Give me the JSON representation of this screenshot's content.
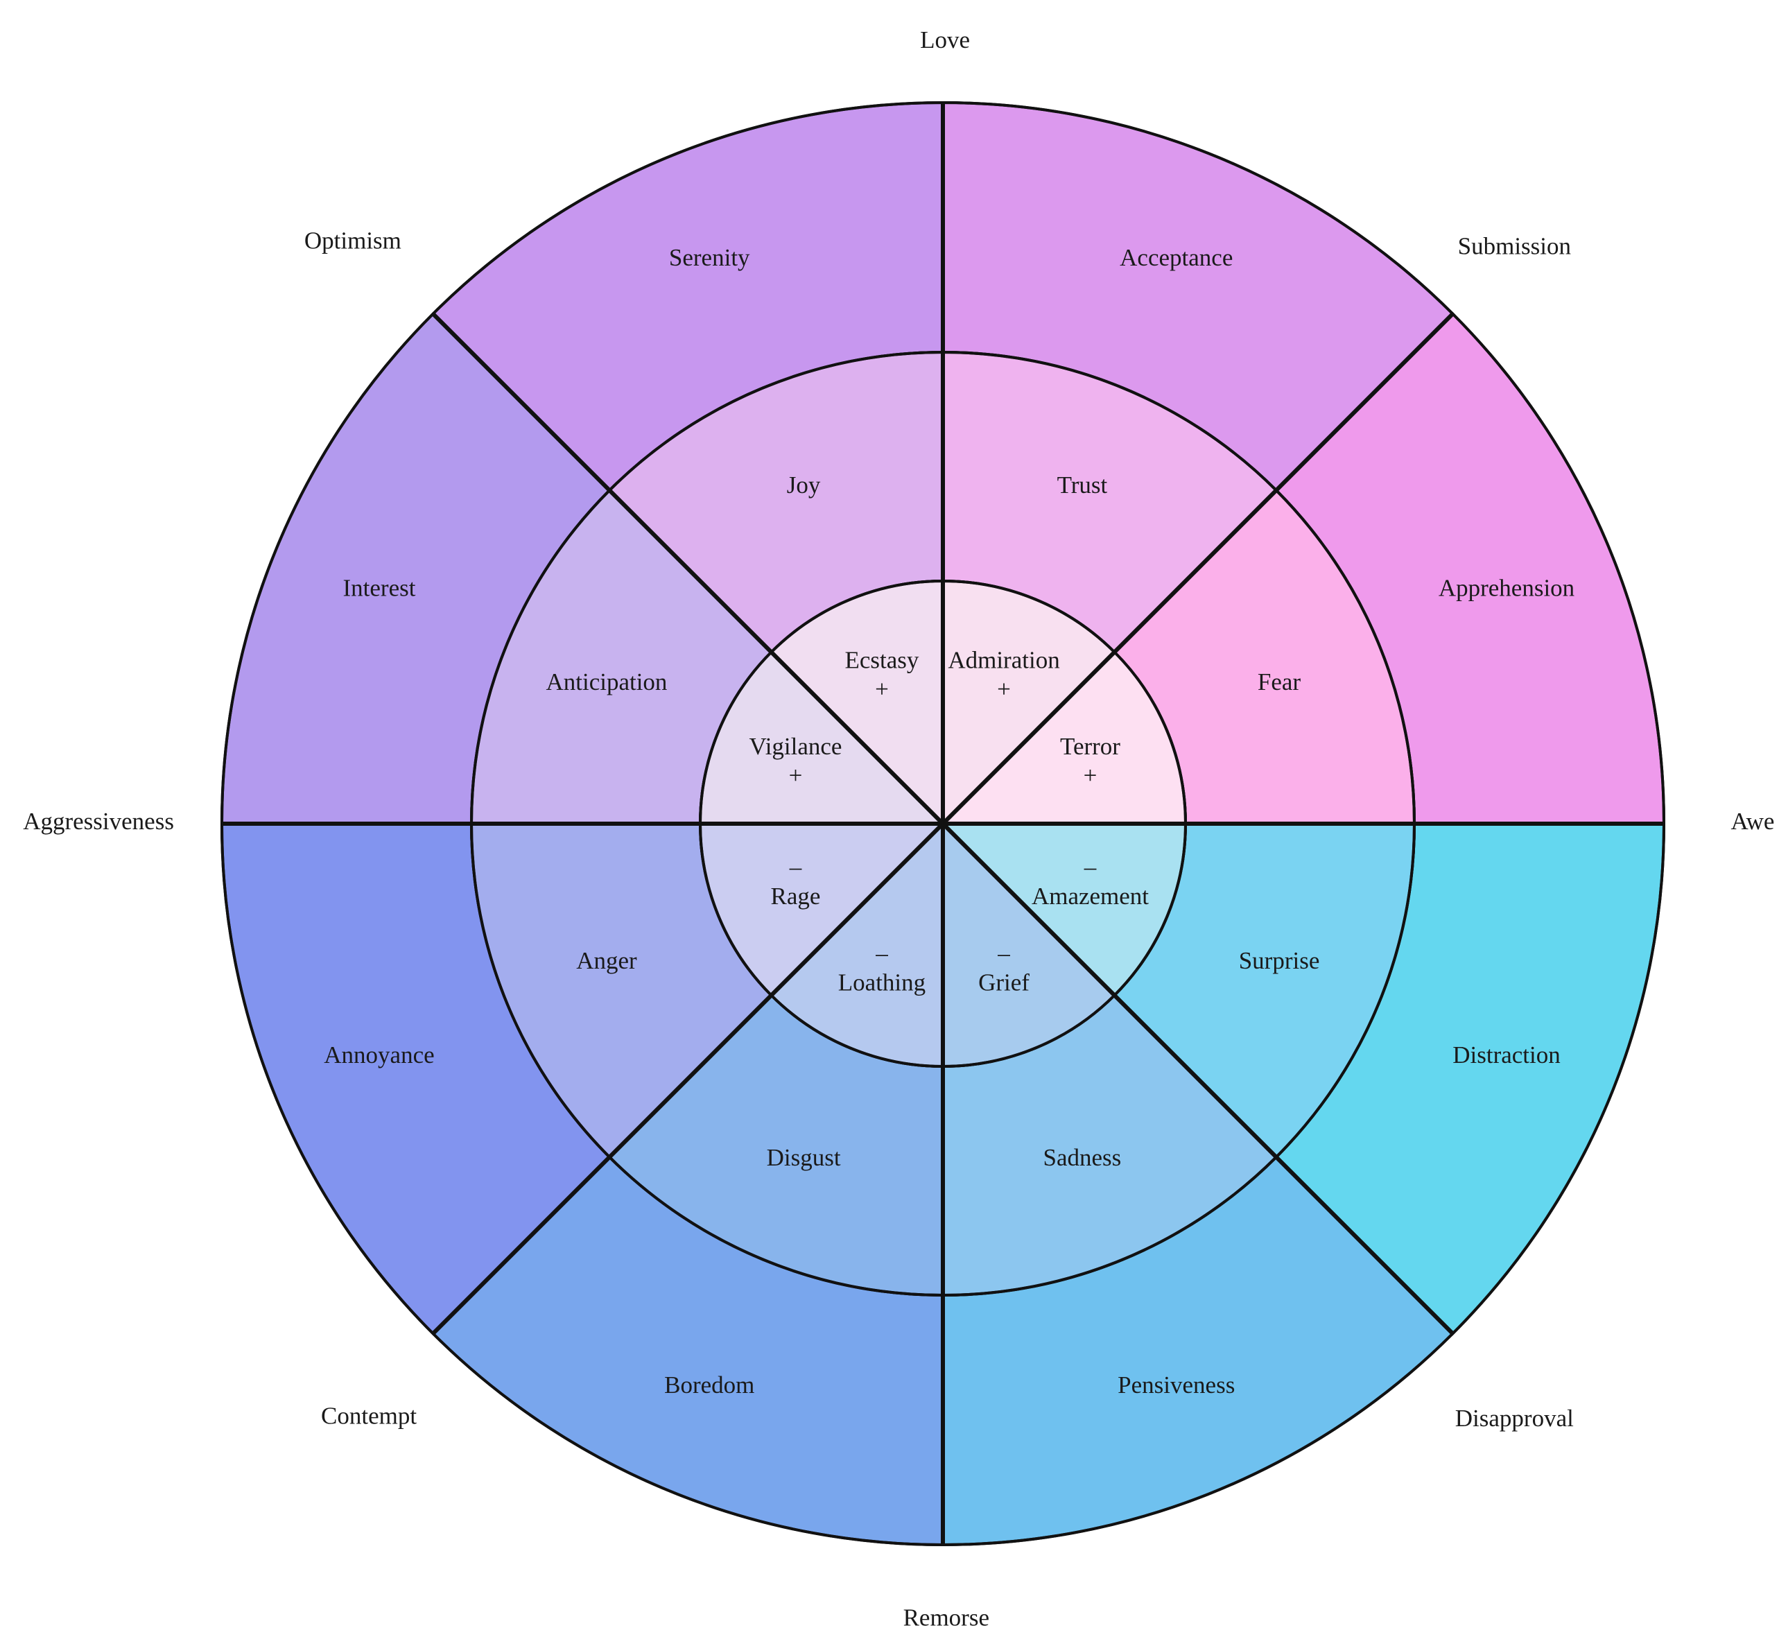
{
  "outer_labels": [
    "Love",
    "Submission",
    "Awe",
    "Disapproval",
    "Remorse",
    "Contempt",
    "Aggressiveness",
    "Optimism"
  ],
  "sectors": [
    {
      "inner": {
        "label": "Admiration",
        "sign": "+"
      },
      "middle": "Trust",
      "outer": "Acceptance",
      "colors": {
        "inner": "#f8e0f0",
        "middle": "#efb3ef",
        "outer": "#dc99ee"
      }
    },
    {
      "inner": {
        "label": "Terror",
        "sign": "+"
      },
      "middle": "Fear",
      "outer": "Apprehension",
      "colors": {
        "inner": "#fde0f2",
        "middle": "#fbb0ea",
        "outer": "#ef9aec"
      }
    },
    {
      "inner": {
        "label": "Amazement",
        "sign": "–"
      },
      "middle": "Surprise",
      "outer": "Distraction",
      "colors": {
        "inner": "#a9e1f1",
        "middle": "#7ad3f2",
        "outer": "#64d7ef"
      }
    },
    {
      "inner": {
        "label": "Grief",
        "sign": "–"
      },
      "middle": "Sadness",
      "outer": "Pensiveness",
      "colors": {
        "inner": "#a7cbee",
        "middle": "#8cc6ef",
        "outer": "#6fc1ef"
      }
    },
    {
      "inner": {
        "label": "Loathing",
        "sign": "–"
      },
      "middle": "Disgust",
      "outer": "Boredom",
      "colors": {
        "inner": "#b5c9ef",
        "middle": "#88b4ec",
        "outer": "#79a6ed"
      }
    },
    {
      "inner": {
        "label": "Rage",
        "sign": "–"
      },
      "middle": "Anger",
      "outer": "Annoyance",
      "colors": {
        "inner": "#cbcdf1",
        "middle": "#a3adee",
        "outer": "#8294ef"
      }
    },
    {
      "inner": {
        "label": "Vigilance",
        "sign": "+"
      },
      "middle": "Anticipation",
      "outer": "Interest",
      "colors": {
        "inner": "#e5daf0",
        "middle": "#c8b3ef",
        "outer": "#b39aee"
      }
    },
    {
      "inner": {
        "label": "Ecstasy",
        "sign": "+"
      },
      "middle": "Joy",
      "outer": "Serenity",
      "colors": {
        "inner": "#f1def1",
        "middle": "#ddb1ef",
        "outer": "#c797ef"
      }
    }
  ]
}
